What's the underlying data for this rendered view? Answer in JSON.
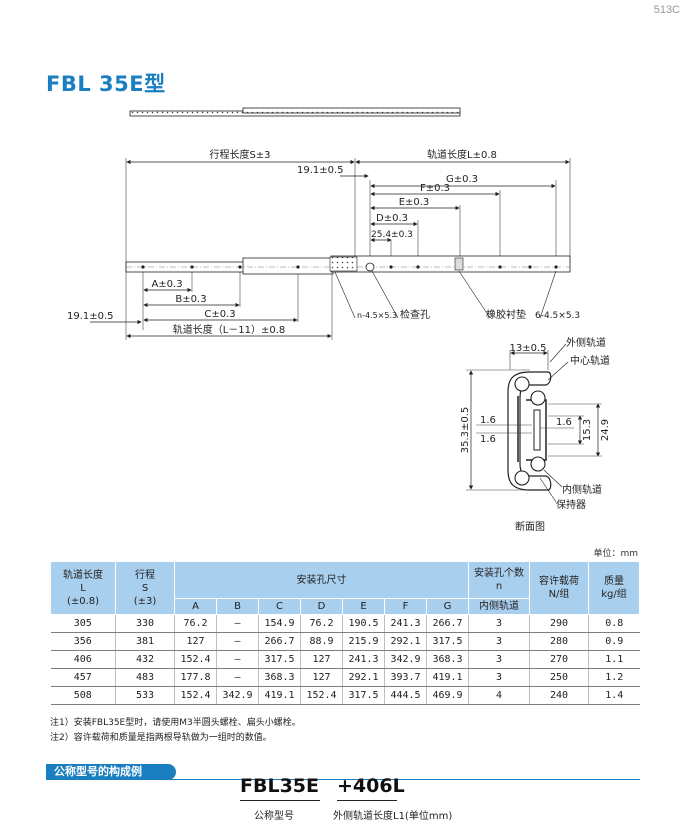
{
  "page_number": "513C",
  "title": "FBL 35E型",
  "drawing": {
    "dim_stroke": "行程长度S±3",
    "dim_rail_length": "轨道长度L±0.8",
    "dim_19_top": "19.1±0.5",
    "dim_G": "G±0.3",
    "dim_F": "F±0.3",
    "dim_E": "E±0.3",
    "dim_D": "D±0.3",
    "dim_25": "25.4±0.3",
    "dim_A": "A±0.3",
    "dim_B": "B±0.3",
    "dim_C": "C±0.3",
    "dim_19_bottom": "19.1±0.5",
    "dim_rail_bottom": "轨道长度（L－11）±0.8",
    "label_n_holes": "n-4.5×5.3",
    "label_inspect": "检查孔",
    "label_rubber": "橡胶衬垫",
    "label_6holes": "6-4.5×5.3"
  },
  "section": {
    "dim_13": "13±0.5",
    "outer_rail": "外侧轨道",
    "center_rail": "中心轨道",
    "height": "35.3±0.5",
    "d16a": "1.6",
    "d16b": "1.6",
    "d16c": "1.6",
    "d153": "15.3",
    "d249": "24.9",
    "inner_rail": "内侧轨道",
    "retainer": "保持器",
    "caption": "断面图"
  },
  "unit_note": "单位：mm",
  "table": {
    "h_rail": [
      "轨道长度",
      "L",
      "(±0.8)"
    ],
    "h_stroke": [
      "行程",
      "S",
      "(±3)"
    ],
    "h_mount": "安装孔尺寸",
    "h_holes": [
      "安装孔个数",
      "n"
    ],
    "h_inner": "内侧轨道",
    "h_load": [
      "容许载荷",
      "N/组"
    ],
    "h_mass": [
      "质量",
      "kg/组"
    ],
    "cols": [
      "A",
      "B",
      "C",
      "D",
      "E",
      "F",
      "G"
    ],
    "rows": [
      [
        "305",
        "330",
        "76.2",
        "—",
        "154.9",
        "76.2",
        "190.5",
        "241.3",
        "266.7",
        "3",
        "290",
        "0.8"
      ],
      [
        "356",
        "381",
        "127",
        "—",
        "266.7",
        "88.9",
        "215.9",
        "292.1",
        "317.5",
        "3",
        "280",
        "0.9"
      ],
      [
        "406",
        "432",
        "152.4",
        "—",
        "317.5",
        "127",
        "241.3",
        "342.9",
        "368.3",
        "3",
        "270",
        "1.1"
      ],
      [
        "457",
        "483",
        "177.8",
        "—",
        "368.3",
        "127",
        "292.1",
        "393.7",
        "419.1",
        "3",
        "250",
        "1.2"
      ],
      [
        "508",
        "533",
        "152.4",
        "342.9",
        "419.1",
        "152.4",
        "317.5",
        "444.5",
        "469.9",
        "4",
        "240",
        "1.4"
      ]
    ]
  },
  "notes": [
    "注1）安装FBL35E型时，请使用M3半圆头螺栓、扁头小螺栓。",
    "注2）容许载荷和质量是指两根导轨做为一组时的数值。"
  ],
  "example": {
    "heading": "公称型号的构成例",
    "model": "FBL35E",
    "suffix": "+406L",
    "cap_model": "公称型号",
    "cap_suffix": "外侧轨道长度L1(单位mm)"
  },
  "colors": {
    "accent": "#1a7fc1",
    "table_header": "#a9cfee"
  }
}
